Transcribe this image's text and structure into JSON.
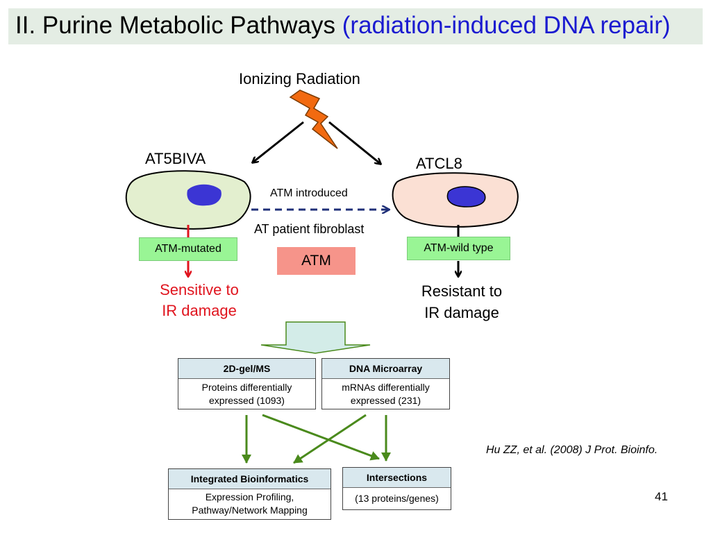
{
  "title": {
    "main": "II. Purine Metabolic Pathways ",
    "subtitle": "(radiation-induced DNA repair)"
  },
  "radiation_label": "Ionizing Radiation",
  "left_cell": {
    "name": "AT5BIVA",
    "status": "ATM-mutated",
    "outcome_line1": "Sensitive to",
    "outcome_line2": "IR damage"
  },
  "right_cell": {
    "name": "ATCL8",
    "status": "ATM-wild type",
    "outcome_line1": "Resistant to",
    "outcome_line2": "IR damage"
  },
  "middle": {
    "arrow_label": "ATM introduced",
    "fibroblast_label": "AT patient fibroblast",
    "atm_box": "ATM"
  },
  "methods": {
    "gel": {
      "title": "2D-gel/MS",
      "line1": "Proteins differentially",
      "line2": "expressed (1093)"
    },
    "microarray": {
      "title": "DNA Microarray",
      "line1": "mRNAs differentially",
      "line2": "expressed (231)"
    }
  },
  "outputs": {
    "bioinformatics": {
      "title": "Integrated Bioinformatics",
      "line1": "Expression Profiling,",
      "line2": "Pathway/Network Mapping"
    },
    "intersections": {
      "title": "Intersections",
      "line1": "(13 proteins/genes)"
    }
  },
  "citation": "Hu ZZ, et al. (2008) J Prot. Bioinfo.",
  "page_number": "41",
  "colors": {
    "title_bar": "#e4ede4",
    "subtitle": "#1a1ad0",
    "left_cell_fill": "#e3efcf",
    "right_cell_fill": "#fbe0d4",
    "nucleus": "#3b35d4",
    "status_box": "#99f595",
    "atm_box": "#f6948a",
    "sensitive_text": "#e0141e",
    "dashed_arrow": "#1f2f78",
    "flow_arrows": "#4a8a1c",
    "card_header": "#d9e8ee",
    "big_down_arrow": "#d3ece8",
    "lightning": "#f26a10"
  }
}
